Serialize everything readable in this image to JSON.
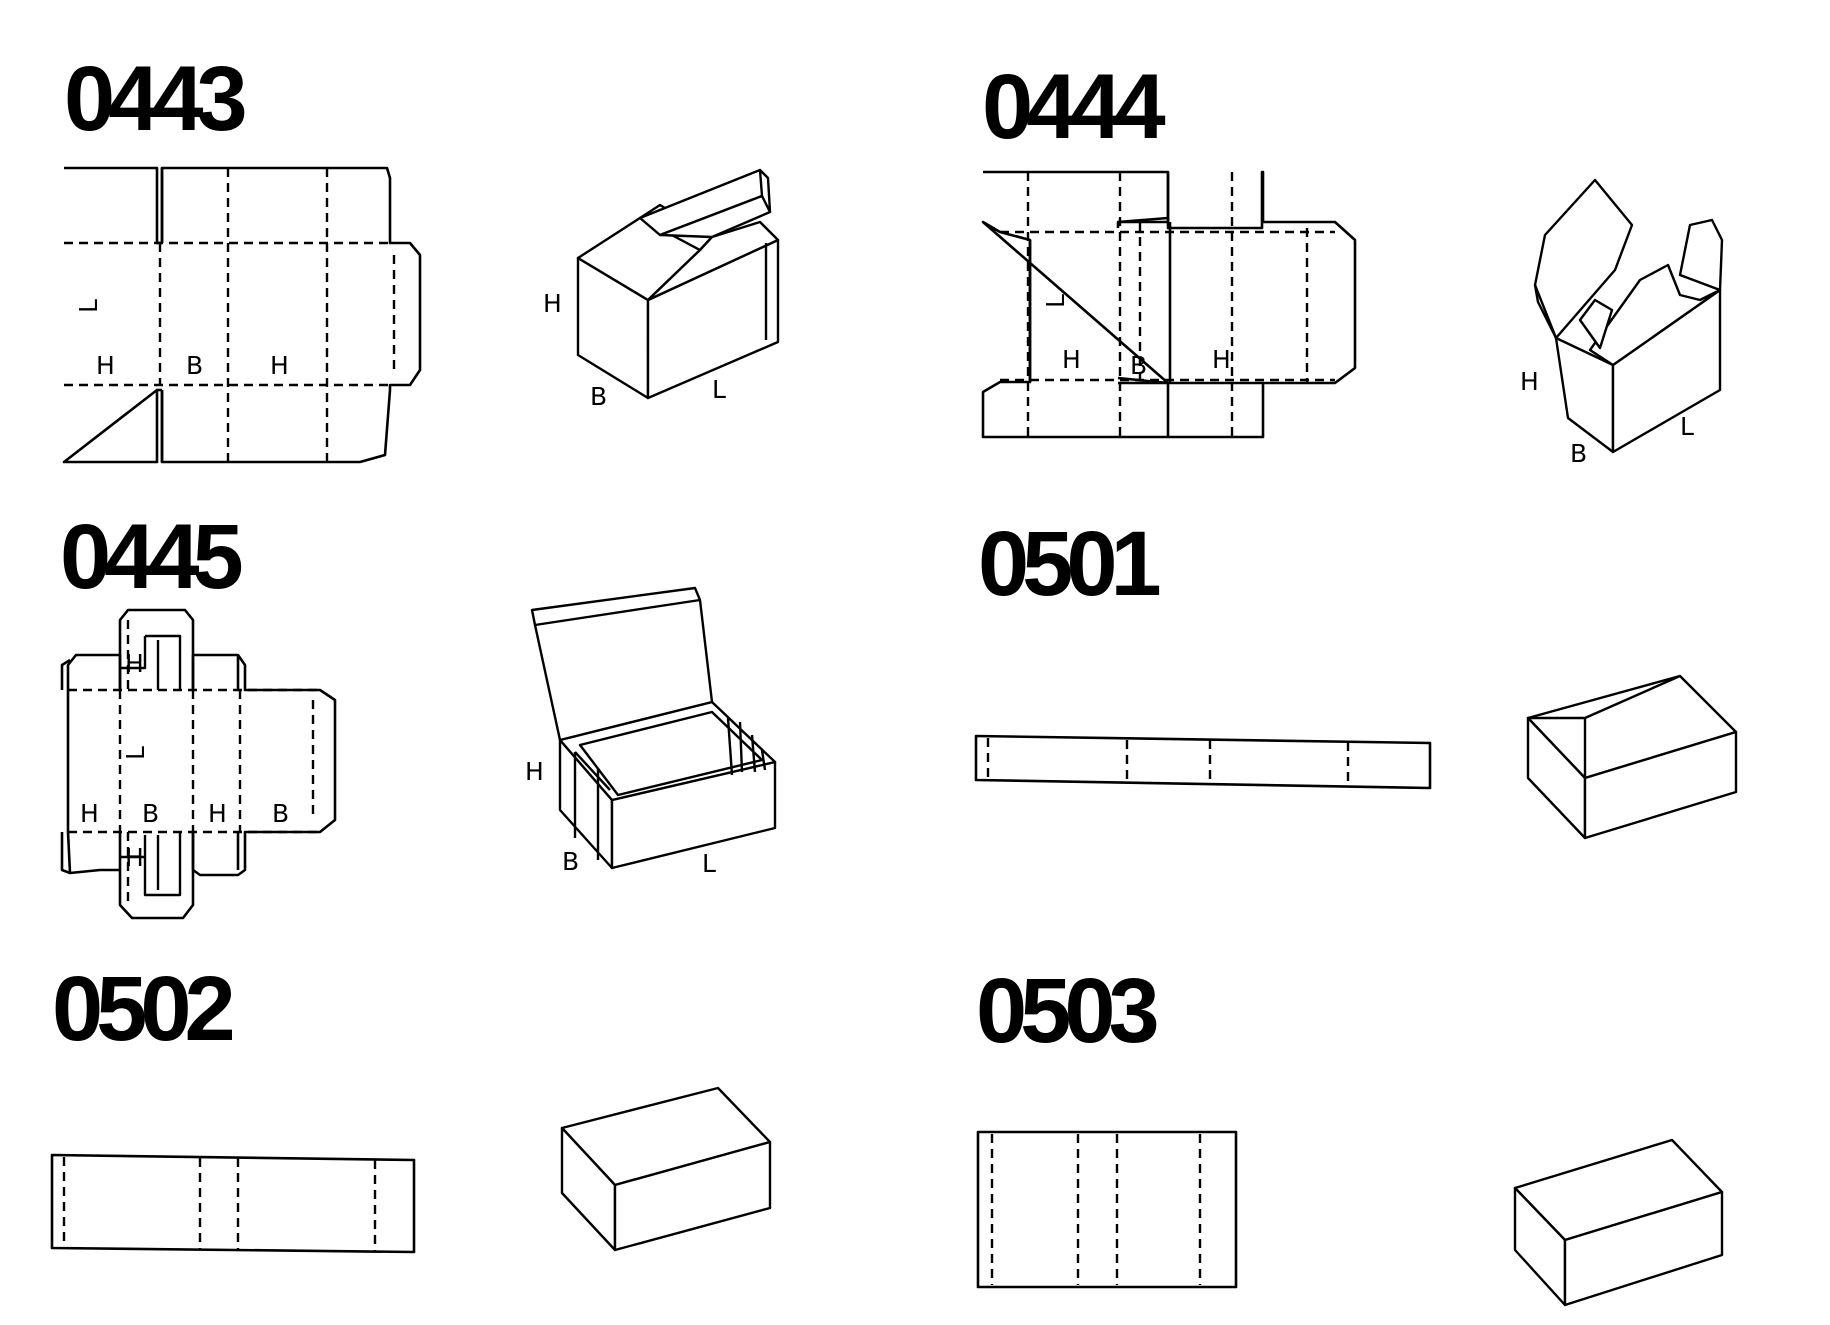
{
  "styles": [
    {
      "code": "0443",
      "labels": {
        "net_l": "L",
        "net_h1": "H",
        "net_b": "B",
        "net_h2": "H",
        "box_h": "H",
        "box_b": "B",
        "box_l": "L"
      }
    },
    {
      "code": "0444",
      "labels": {
        "net_l": "L",
        "net_h1": "H",
        "net_b": "B",
        "net_h2": "H",
        "box_h": "H",
        "box_b": "B",
        "box_l": "L"
      }
    },
    {
      "code": "0445",
      "labels": {
        "net_l": "L",
        "net_h1": "H",
        "net_b1": "B",
        "net_h2": "H",
        "net_b2": "B",
        "tab_h1": "H",
        "tab_h2": "H",
        "box_h": "H",
        "box_b": "B",
        "box_l": "L"
      }
    },
    {
      "code": "0501"
    },
    {
      "code": "0502"
    },
    {
      "code": "0503"
    }
  ]
}
